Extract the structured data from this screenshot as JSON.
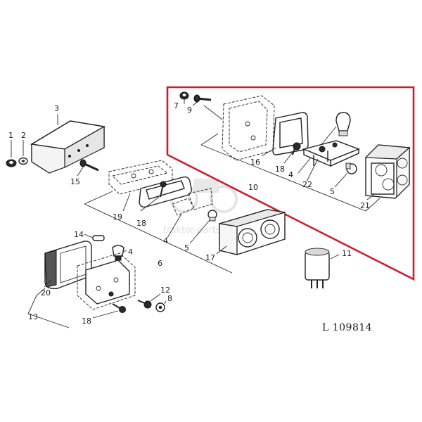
{
  "reference": "L 109814",
  "watermark": "traktor-parts",
  "highlight_color": "#cc1f2e",
  "callouts": [
    "1",
    "2",
    "3",
    "15",
    "19",
    "18",
    "4",
    "5",
    "6",
    "17",
    "14",
    "4",
    "20",
    "13",
    "18",
    "12",
    "8",
    "7",
    "9",
    "16",
    "18",
    "4",
    "22",
    "5",
    "21",
    "10",
    "11"
  ]
}
